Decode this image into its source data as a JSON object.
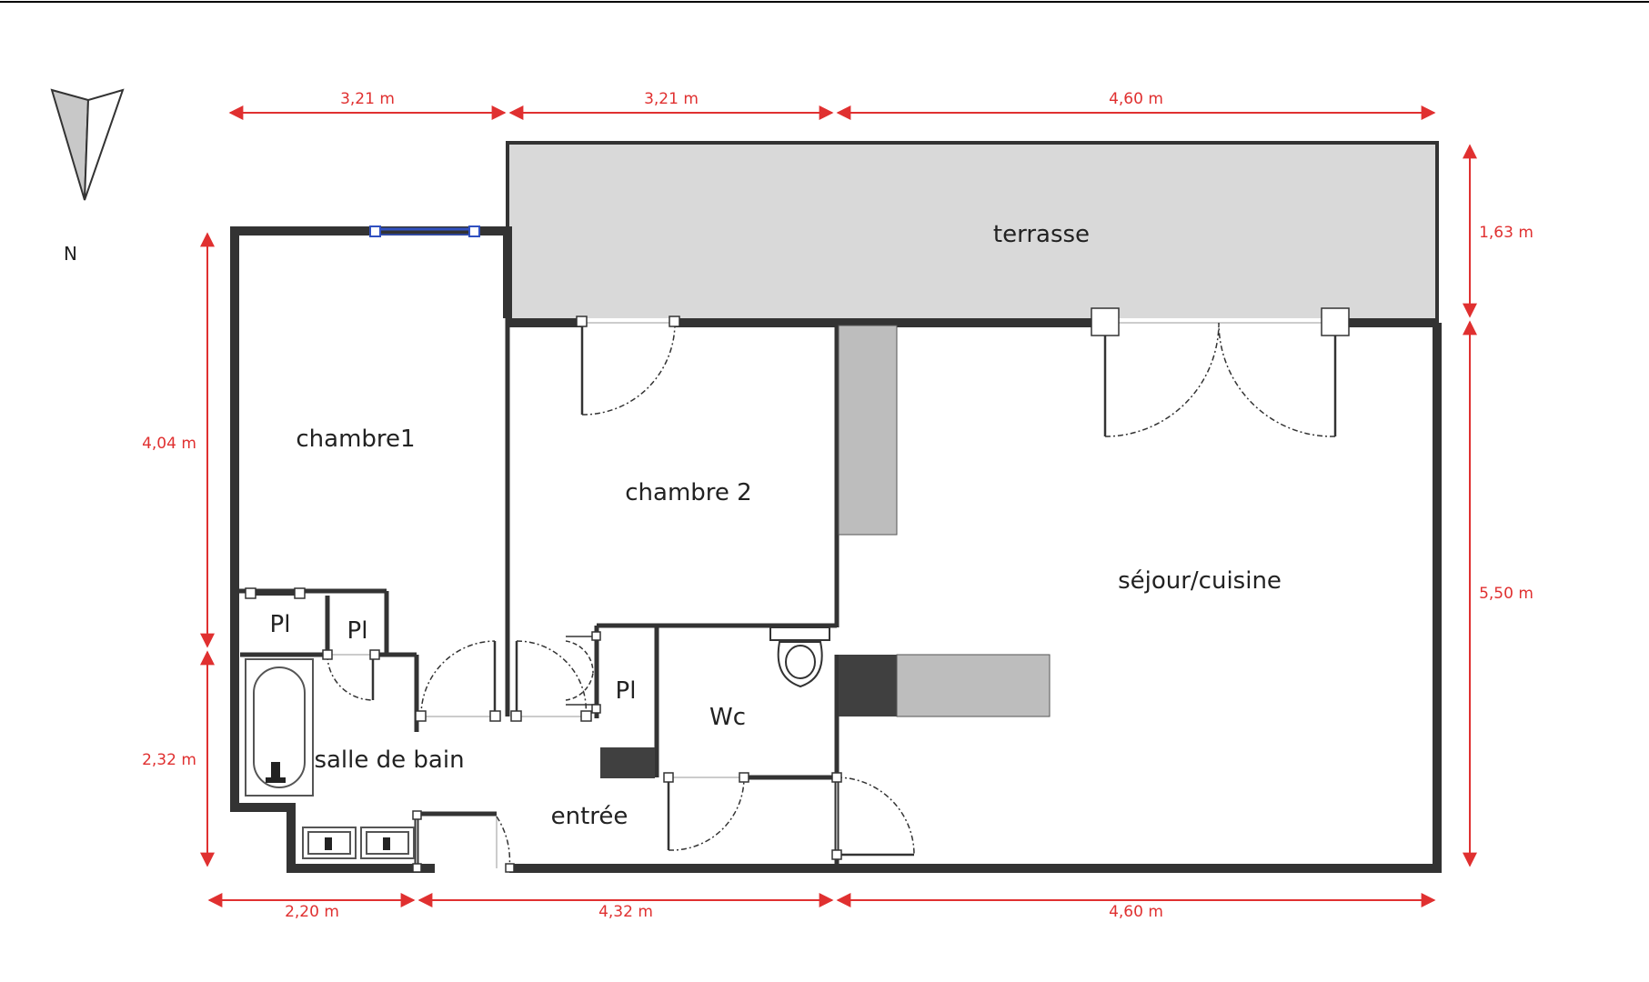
{
  "compass": {
    "label": "N"
  },
  "rooms": {
    "terrasse": "terrasse",
    "chambre1": "chambre1",
    "chambre2": "chambre 2",
    "sejour": "séjour/cuisine",
    "pl1": "Pl",
    "pl2": "Pl",
    "pl3": "Pl",
    "wc": "Wc",
    "sdb": "salle de bain",
    "entree": "entrée"
  },
  "dimensions": {
    "top": [
      "3,21 m",
      "3,21 m",
      "4,60 m"
    ],
    "bottom": [
      "2,20 m",
      "4,32 m",
      "4,60 m"
    ],
    "left": [
      "4,04 m",
      "2,32 m"
    ],
    "right": [
      "1,63 m",
      "5,50 m"
    ]
  },
  "colors": {
    "wall": "#333333",
    "terrace": "#d9d9d9",
    "dimension": "#e03030",
    "fixture_light": "#bdbdbd",
    "fixture_dark": "#404040"
  }
}
